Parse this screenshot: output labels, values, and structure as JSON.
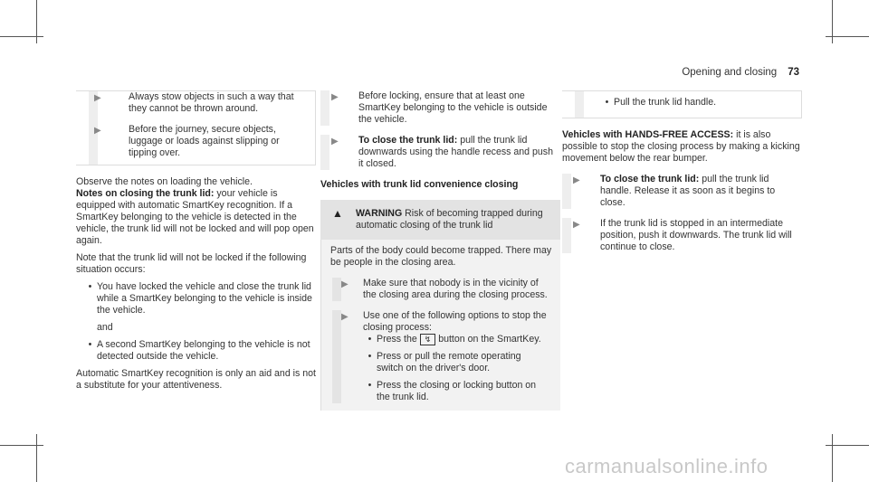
{
  "header": {
    "title": "Opening and closing",
    "page": "73"
  },
  "col1": {
    "box_steps": [
      "Always stow objects in such a way that they cannot be thrown around.",
      "Before the journey, secure objects, luggage or loads against slipping or tipping over."
    ],
    "observe": "Observe the notes on loading the vehicle.",
    "notes_heading": "Notes on closing the trunk lid:",
    "notes_text": " your vehicle is equipped with automatic SmartKey recognition. If a SmartKey belonging to the vehicle is detected in the vehicle, the trunk lid will not be locked and will pop open again.",
    "note_intro": "Note that the trunk lid will not be locked if the following situation occurs:",
    "bullet1": "You have locked the vehicle and close the trunk lid while a SmartKey belonging to the vehicle is inside the vehicle.",
    "and": "and",
    "bullet2": "A second SmartKey belonging to the vehicle is not detected outside the vehicle.",
    "automatic": "Automatic SmartKey recognition is only an aid and is not a substitute for your attentiveness."
  },
  "col2": {
    "step1": "Before locking, ensure that at least one SmartKey belonging to the vehicle is outside the vehicle.",
    "step2_bold": "To close the trunk lid:",
    "step2_text": " pull the trunk lid downwards using the handle recess and push it closed.",
    "heading": "Vehicles with trunk lid convenience closing",
    "warning": {
      "label": "WARNING",
      "title": " Risk of becoming trapped during automatic closing of the trunk lid",
      "text": "Parts of the body could become trapped. There may be people in the closing area.",
      "step1": "Make sure that nobody is in the vicinity of the closing area during the closing process.",
      "step2": "Use one of the following options to stop the closing process:",
      "opt1_pre": "Press the",
      "opt1_post": "button on the SmartKey.",
      "opt2": "Press or pull the remote operating switch on the driver's door.",
      "opt3": "Press the closing or locking button on the trunk lid."
    }
  },
  "col3": {
    "box_bullet": "Pull the trunk lid handle.",
    "hf_bold": "Vehicles with HANDS-FREE ACCESS:",
    "hf_text": " it is also possible to stop the closing process by making a kicking movement below the rear bumper.",
    "step1_bold": "To close the trunk lid:",
    "step1_text": " pull the trunk lid handle. Release it as soon as it begins to close.",
    "step2": "If the trunk lid is stopped in an intermediate position, push it downwards. The trunk lid will continue to close."
  },
  "icons": {
    "arrow": "▶",
    "bullet": "•",
    "warning": "▲",
    "key": "↯"
  },
  "watermark": "carmanualsonline.info"
}
